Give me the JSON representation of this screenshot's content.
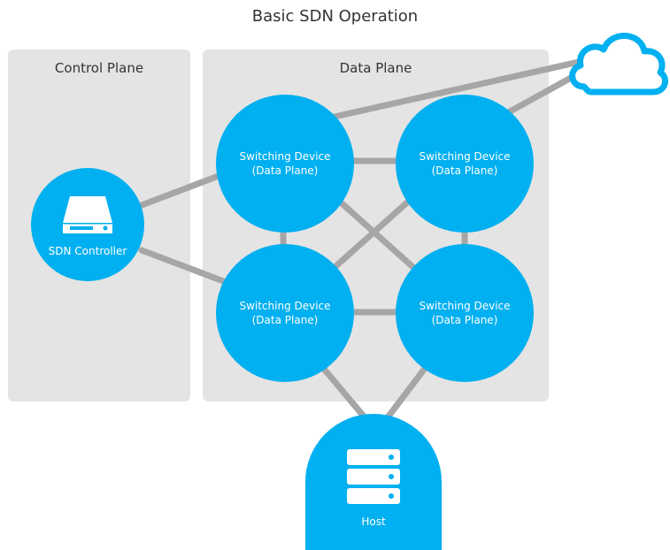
{
  "title": "Basic SDN Operation",
  "control_plane": {
    "label": "Control Plane"
  },
  "data_plane": {
    "label": "Data Plane"
  },
  "controller": {
    "label": "SDN Controller",
    "icon": "controller-device-icon"
  },
  "switches": [
    {
      "label": "Switching Device\n(Data Plane)"
    },
    {
      "label": "Switching Device\n(Data Plane)"
    },
    {
      "label": "Switching Device\n(Data Plane)"
    },
    {
      "label": "Switching Device\n(Data Plane)"
    }
  ],
  "host": {
    "label": "Host",
    "icon": "server-stack-icon"
  },
  "cloud": {
    "icon": "cloud-icon"
  },
  "colors": {
    "node": "#00b0f0",
    "panel": "#e4e4e4",
    "link": "#a6a6a6",
    "text": "#333333"
  }
}
